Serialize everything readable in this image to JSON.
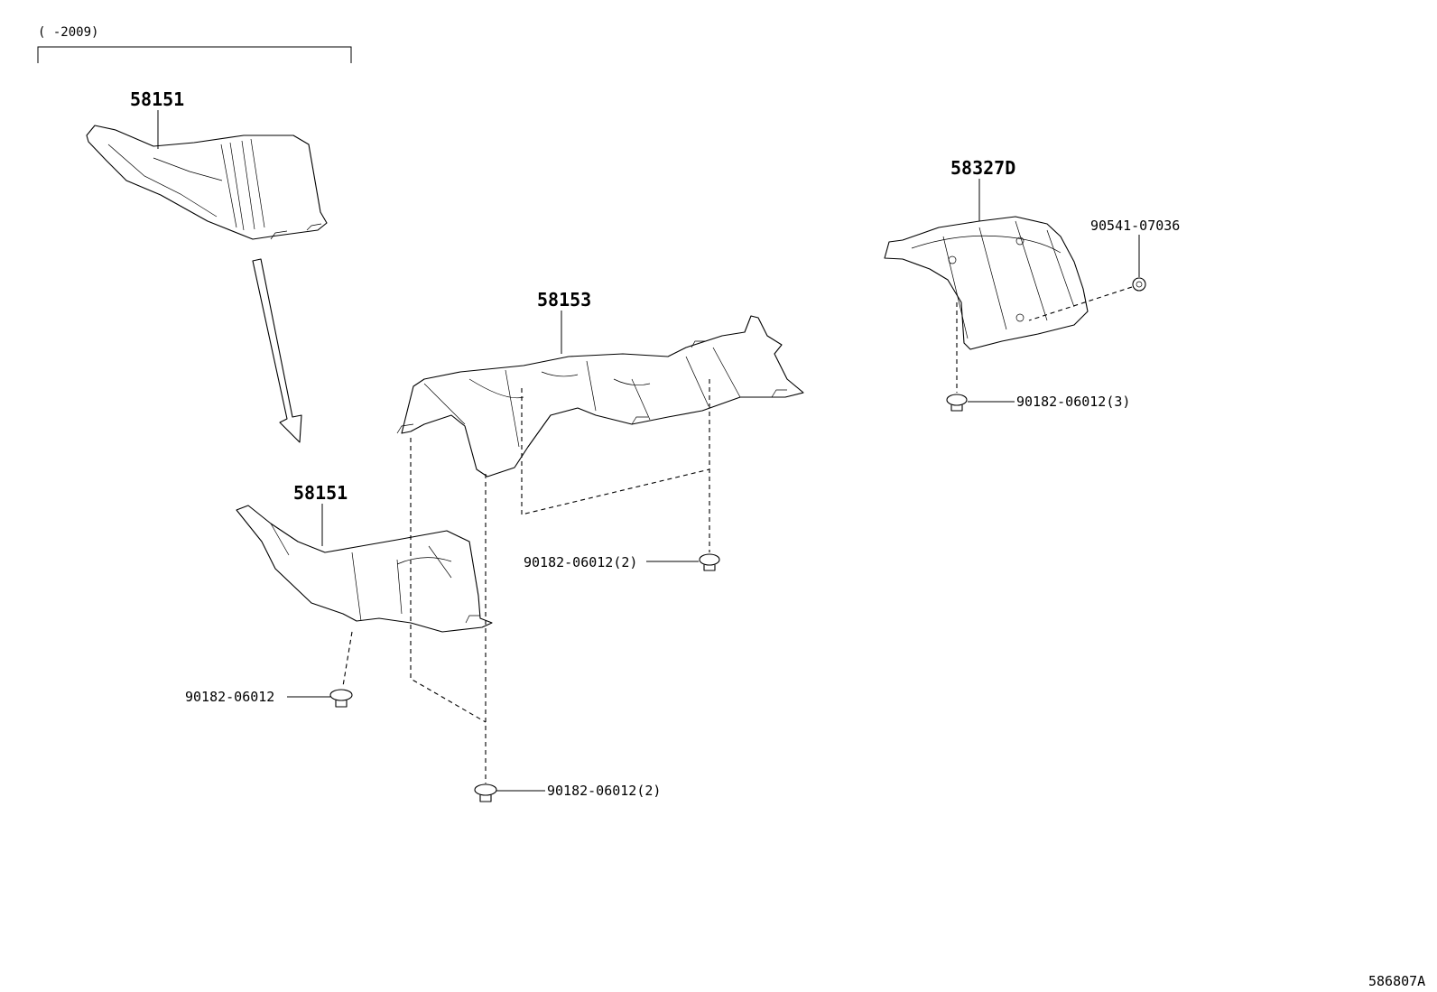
{
  "period_bracket": {
    "text": "(    -2009)"
  },
  "callouts": {
    "upper_shield": "58151",
    "lower_shield": "58151",
    "center_shield": "58153",
    "rear_shield": "58327D",
    "clip_rear_top": "90541-07036",
    "nut_rear": "90182-06012(3)",
    "nut_center": "90182-06012(2)",
    "nut_left": "90182-06012",
    "nut_bottom": "90182-06012(2)"
  },
  "diagram_id": "586807A"
}
